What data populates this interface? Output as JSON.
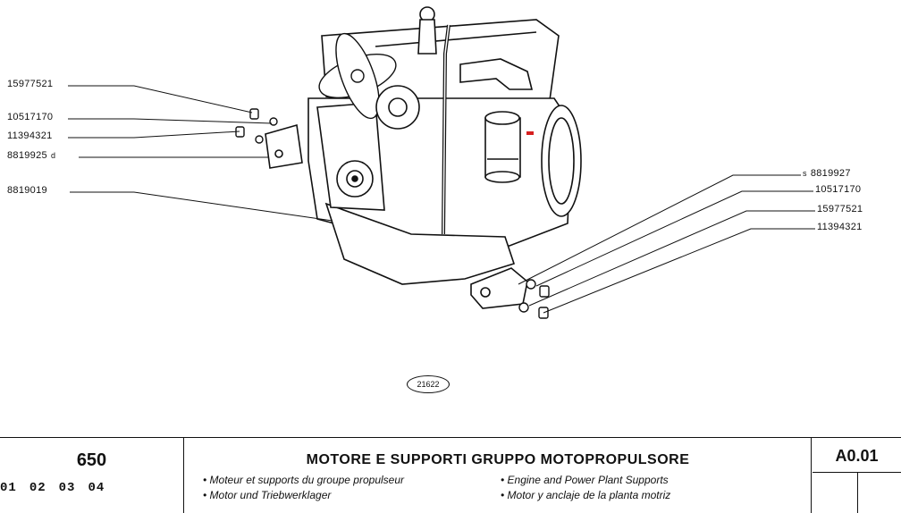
{
  "diagram": {
    "left_parts": [
      {
        "code": "15977521",
        "suffix": ""
      },
      {
        "code": "10517170",
        "suffix": ""
      },
      {
        "code": "11394321",
        "suffix": ""
      },
      {
        "code": "8819925",
        "suffix": "d"
      },
      {
        "code": "8819019",
        "suffix": ""
      }
    ],
    "right_parts": [
      {
        "code": "8819927",
        "prefix": "s"
      },
      {
        "code": "10517170",
        "prefix": ""
      },
      {
        "code": "15977521",
        "prefix": ""
      },
      {
        "code": "11394321",
        "prefix": ""
      }
    ],
    "reference_code": "21622"
  },
  "title_block": {
    "model": "650",
    "variants": [
      "01",
      "02",
      "03",
      "04"
    ],
    "title_it": "MOTORE E SUPPORTI GRUPPO MOTOPROPULSORE",
    "title_fr": "• Moteur et supports du groupe propulseur",
    "title_de": "• Motor und Triebwerklager",
    "title_en": "• Engine and Power Plant Supports",
    "title_es": "• Motor y anclaje de la planta motriz",
    "table_code": "A0.01"
  }
}
